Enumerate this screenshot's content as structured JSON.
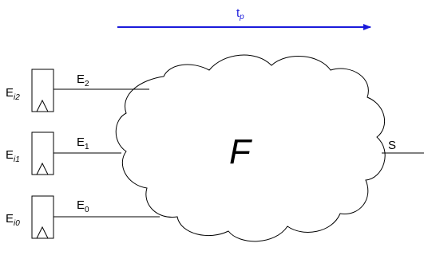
{
  "timing": {
    "label_base": "t",
    "label_sub": "p",
    "color": "#1a1adb"
  },
  "inputs": [
    {
      "reg_base": "E",
      "reg_sub": "i2",
      "wire_base": "E",
      "wire_sub": "2"
    },
    {
      "reg_base": "E",
      "reg_sub": "i1",
      "wire_base": "E",
      "wire_sub": "1"
    },
    {
      "reg_base": "E",
      "reg_sub": "i0",
      "wire_base": "E",
      "wire_sub": "0"
    }
  ],
  "function_block": {
    "label": "F"
  },
  "output": {
    "label": "S"
  }
}
